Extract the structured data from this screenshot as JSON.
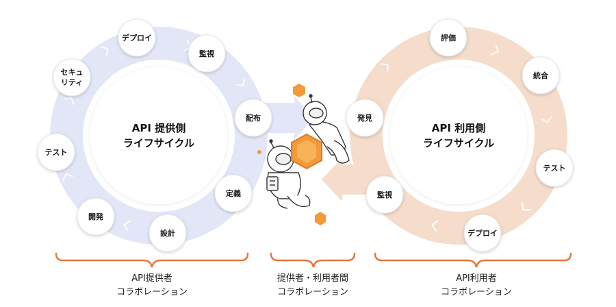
{
  "left_cycle": {
    "title_line1": "API 提供側",
    "title_line2": "ライフサイクル",
    "nodes": [
      "デプロイ",
      "監視",
      "配布",
      "定義",
      "設計",
      "開発",
      "テスト",
      "セキュ",
      "リティ"
    ]
  },
  "right_cycle": {
    "title_line1": "API 利用側",
    "title_line2": "ライフサイクル",
    "nodes": [
      "評価",
      "統合",
      "テスト",
      "デプロイ",
      "監視",
      "発見"
    ]
  },
  "captions": {
    "left_line1": "API提供者",
    "left_line2": "コラボレーション",
    "middle_line1": "提供者・利用者間",
    "middle_line2": "コラボレーション",
    "right_line1": "API利用者",
    "right_line2": "コラボレーション"
  },
  "colors": {
    "provider_ring": "#e2e6f7",
    "consumer_ring": "#f5dccb",
    "accent": "#e8743b",
    "hexagon": "#f39a3b",
    "node_border": "#e5e5e5"
  },
  "icons": [
    "astronaut-provider",
    "astronaut-consumer",
    "hexagon-icon"
  ]
}
